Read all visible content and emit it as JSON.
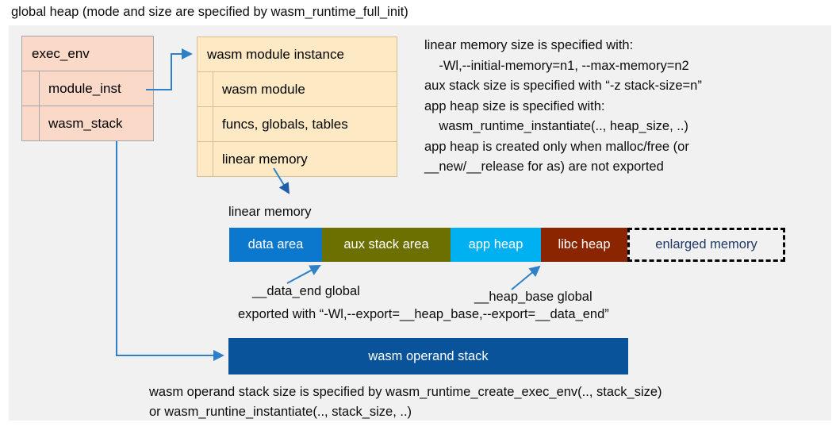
{
  "title": "global heap (mode and size are specified by wasm_runtime_full_init)",
  "colors": {
    "container_bg": "#f1f1f1",
    "exec_env_fill": "#fad9c8",
    "exec_env_border": "#a6a6a6",
    "module_instance_fill": "#fdeac4",
    "module_instance_border": "#d6bf8f",
    "data_area": "#0b78ce",
    "aux_stack_area": "#6b7000",
    "app_heap": "#00b0f0",
    "libc_heap": "#8b2500",
    "enlarged_memory_text": "#1f3864",
    "operand_stack": "#09539a",
    "connector": "#2e81c8"
  },
  "exec_env": {
    "title": "exec_env",
    "rows": [
      {
        "label": "module_inst"
      },
      {
        "label": "wasm_stack"
      }
    ]
  },
  "module_instance": {
    "title": "wasm module instance",
    "rows": [
      {
        "label": "wasm module"
      },
      {
        "label": "funcs, globals, tables"
      },
      {
        "label": "linear memory"
      }
    ]
  },
  "info_text": "linear memory size is specified with:\n    -Wl,--initial-memory=n1, --max-memory=n2\naux stack size is specified with “-z stack-size=n”\napp heap size is specified with:\n    wasm_runtime_instantiate(.., heap_size, ..)\napp heap is created only when malloc/free (or\n__new/__release for as) are not exported",
  "linear_memory": {
    "caption": "linear memory",
    "segments": [
      {
        "label": "data area",
        "color": "#0b78ce",
        "width": 117,
        "style": "solid"
      },
      {
        "label": "aux stack area",
        "color": "#6b7000",
        "width": 162,
        "style": "solid"
      },
      {
        "label": "app heap",
        "color": "#00b0f0",
        "width": 114,
        "style": "solid"
      },
      {
        "label": "libc heap",
        "color": "#8b2500",
        "width": 109,
        "style": "solid"
      },
      {
        "label": "enlarged memory",
        "color": "#f1f1f1",
        "width": 199,
        "style": "dashed"
      }
    ]
  },
  "annotations": {
    "data_end": "__data_end global",
    "heap_base": "__heap_base global",
    "exported_with": "exported with “-Wl,--export=__heap_base,--export=__data_end”"
  },
  "operand_stack": {
    "label": "wasm operand stack",
    "note": "wasm operand stack size is specified by wasm_runtime_create_exec_env(.., stack_size)\nor wasm_runtine_instantiate(.., stack_size, ..)"
  }
}
